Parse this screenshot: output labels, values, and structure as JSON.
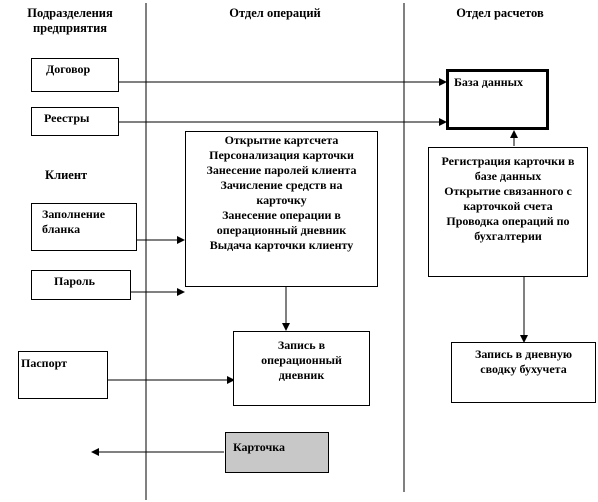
{
  "columns": {
    "departments": "Подразделения предприятия",
    "operations": "Отдел операций",
    "settlements": "Отдел расчетов"
  },
  "left": {
    "contract": "Договор",
    "registers": "Реестры",
    "client_label": "Клиент",
    "form_fill": "Заполнение бланка",
    "password": "Пароль",
    "passport": "Паспорт"
  },
  "operations": {
    "tasks": [
      "Открытие картсчета",
      "Персонализация карточки",
      "Занесение паролей клиента",
      "Зачисление средств на карточку",
      "Занесение операции в операционный  дневник",
      "Выдача карточки клиенту"
    ],
    "journal": "Запись в операционный дневник",
    "card": "Карточка"
  },
  "settlements": {
    "database": "База данных",
    "tasks": [
      "Регистрация карточки в базе данных",
      "Открытие связанного с карточкой счета",
      "Проводка операций по бухгалтерии"
    ],
    "daily_record": "Запись в дневную сводку бухучета"
  },
  "colors": {
    "card_fill": "#c8c8c8",
    "line": "#000000"
  }
}
